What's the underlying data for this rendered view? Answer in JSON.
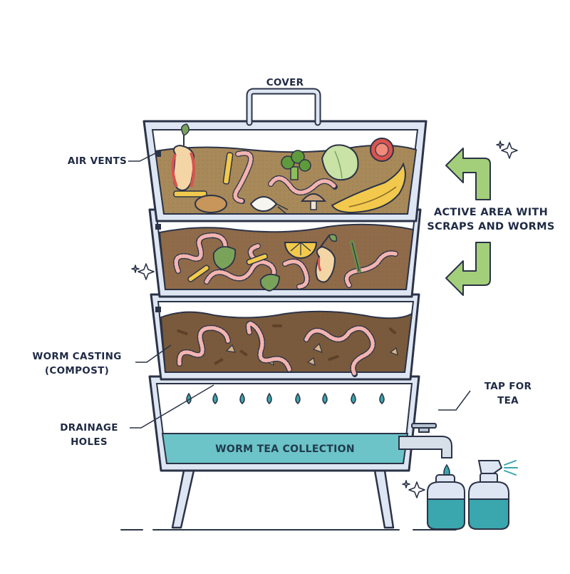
{
  "labels": {
    "cover": "COVER",
    "air_vents": "AIR VENTS",
    "active_line1": "ACTIVE AREA WITH",
    "active_line2": "SCRAPS AND WORMS",
    "casting_line1": "WORM CASTING",
    "casting_line2": "(COMPOST)",
    "drainage_line1": "DRAINAGE",
    "drainage_line2": "HOLES",
    "tap_line1": "TAP FOR",
    "tap_line2": "TEA",
    "tea_collection": "WORM TEA COLLECTION"
  },
  "colors": {
    "outline": "#2b3347",
    "frame_fill": "#dde6f2",
    "soil_top": "#a8895a",
    "soil_mid": "#8f6b4a",
    "soil_bottom": "#7a5a3c",
    "worm_pink": "#e88a86",
    "arrow_green": "#a4cf7a",
    "tea_teal": "#6cc3c8",
    "drop_teal": "#3aa6ad"
  },
  "icons": [
    "apple-core-icon",
    "fries-icon",
    "broccoli-icon",
    "lettuce-icon",
    "tomato-icon",
    "potato-icon",
    "onion-icon",
    "mushroom-icon",
    "banana-peel-icon",
    "lemon-icon",
    "asparagus-icon",
    "leaf-icon",
    "worm-icon",
    "water-drop-icon",
    "tap-icon",
    "spray-bottle-icon",
    "sparkle-icon",
    "arrow-icon"
  ]
}
